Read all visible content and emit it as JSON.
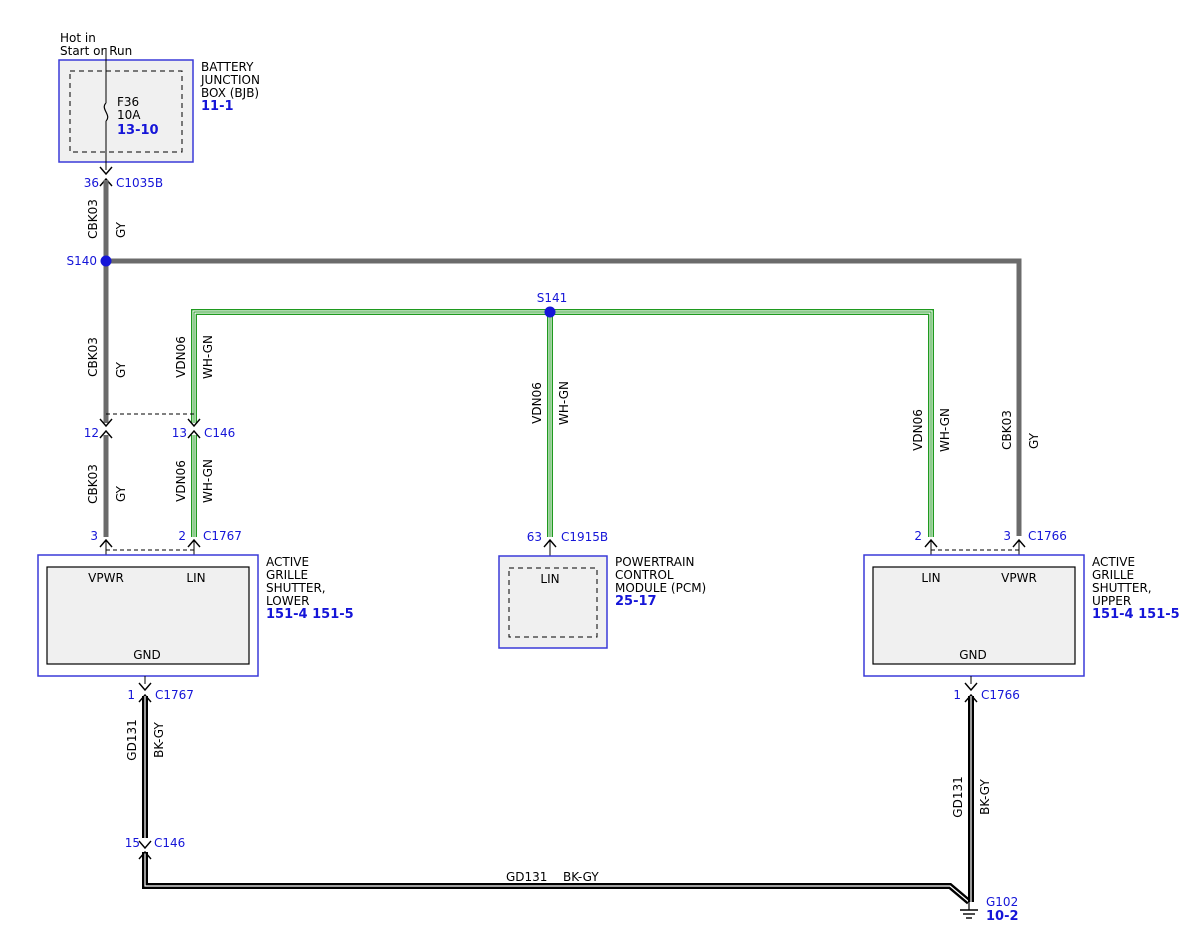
{
  "power_source": {
    "line1": "Hot in",
    "line2": "Start or Run"
  },
  "bjb": {
    "name_lines": [
      "BATTERY",
      "JUNCTION",
      "BOX (BJB)"
    ],
    "ref": "11-1",
    "fuse": {
      "id": "F36",
      "rating": "10A",
      "ref": "13-10"
    }
  },
  "connectors": {
    "c1035b": {
      "pin": "36",
      "name": "C1035B"
    },
    "c146_left": {
      "pin_a": "12",
      "pin_b": "13",
      "name": "C146"
    },
    "c1767_top": {
      "pin_a": "3",
      "pin_b": "2",
      "name": "C1767"
    },
    "c1915b": {
      "pin": "63",
      "name": "C1915B"
    },
    "c1766_top": {
      "pin_a": "2",
      "pin_b": "3",
      "name": "C1766"
    },
    "c1767_gnd": {
      "pin": "1",
      "name": "C1767"
    },
    "c1766_gnd": {
      "pin": "1",
      "name": "C1766"
    },
    "c146_gnd": {
      "pin": "15",
      "name": "C146"
    }
  },
  "splices": {
    "s140": "S140",
    "s141": "S141"
  },
  "wires": {
    "power": {
      "circuit": "CBK03",
      "color": "GY"
    },
    "lin": {
      "circuit": "VDN06",
      "color": "WH-GN"
    },
    "ground": {
      "circuit": "GD131",
      "color": "BK-GY"
    }
  },
  "modules": {
    "lower": {
      "name_lines": [
        "ACTIVE",
        "GRILLE",
        "SHUTTER,",
        "LOWER"
      ],
      "refs": "151-4 151-5",
      "pins": {
        "vpwr": "VPWR",
        "lin": "LIN",
        "gnd": "GND"
      }
    },
    "pcm": {
      "name_lines": [
        "POWERTRAIN",
        "CONTROL",
        "MODULE (PCM)"
      ],
      "ref": "25-17",
      "pins": {
        "lin": "LIN"
      }
    },
    "upper": {
      "name_lines": [
        "ACTIVE",
        "GRILLE",
        "SHUTTER,",
        "UPPER"
      ],
      "refs": "151-4 151-5",
      "pins": {
        "lin": "LIN",
        "vpwr": "VPWR",
        "gnd": "GND"
      }
    }
  },
  "ground_point": {
    "name": "G102",
    "ref": "10-2"
  },
  "colors": {
    "accent_blue": "#1515d8",
    "box_border": "#3a3ad8",
    "box_fill": "#f0f0f0",
    "wire_gray": "#6b6b6b",
    "wire_green": "#1f9a1f",
    "wire_black": "#000000"
  }
}
